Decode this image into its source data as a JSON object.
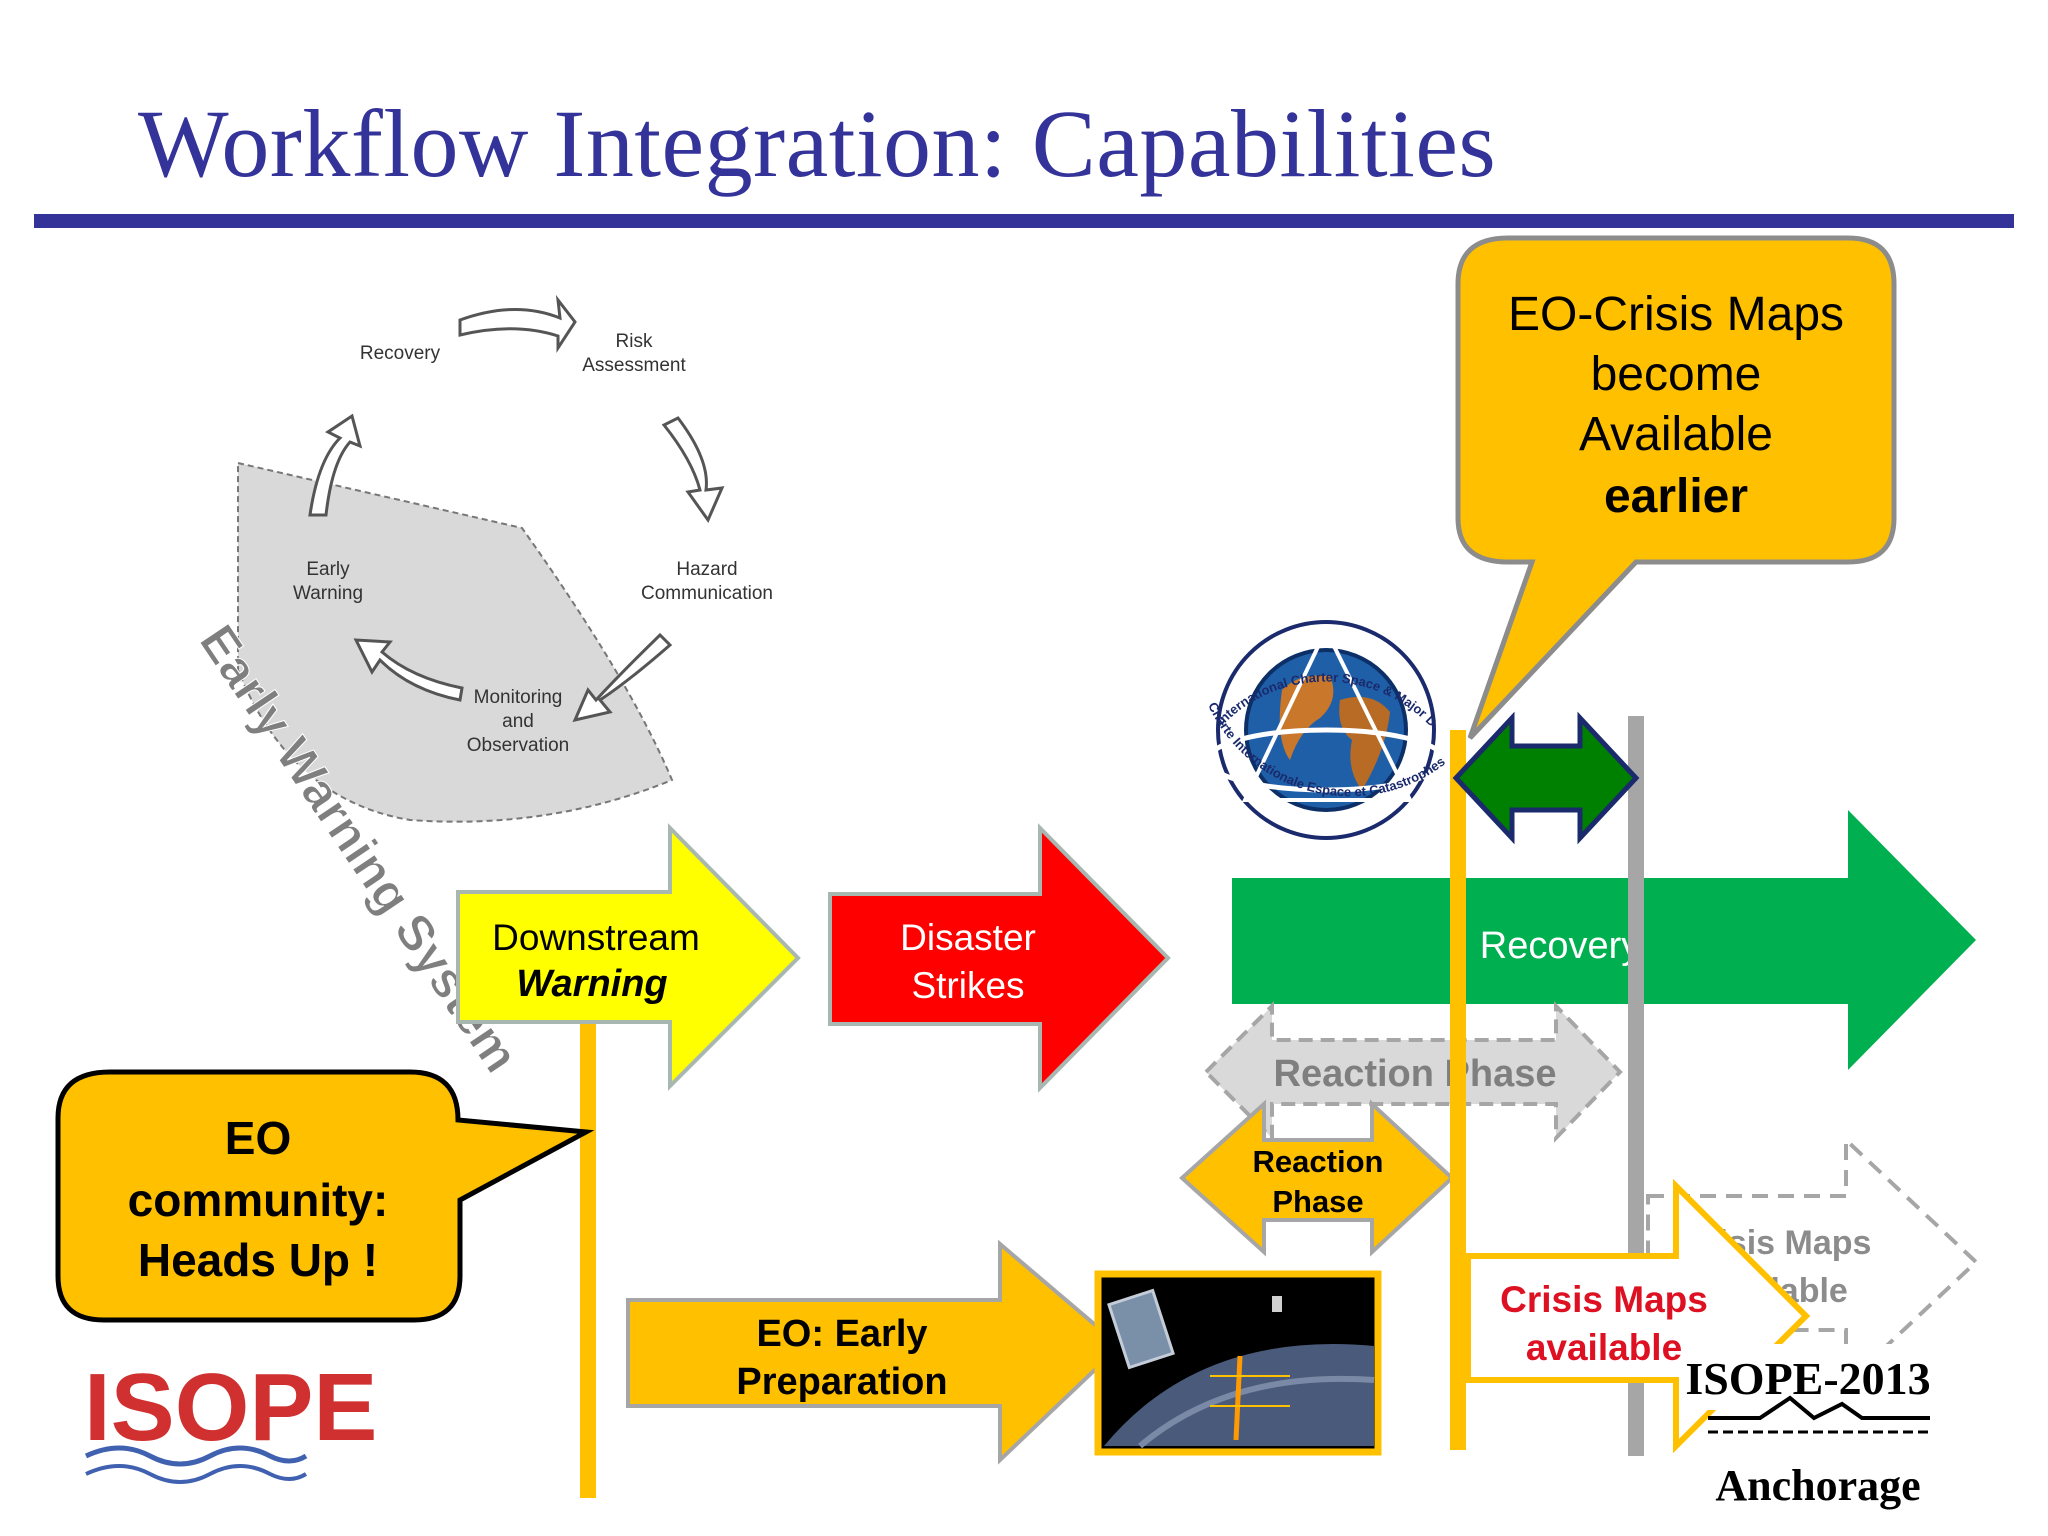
{
  "slide": {
    "title": "Workflow Integration: Capabilities",
    "accent_color": "#33339a"
  },
  "cycle": {
    "caption": "Early Warning System",
    "nodes": {
      "recovery": "Recovery",
      "risk_assessment": [
        "Risk",
        "Assessment"
      ],
      "hazard_communication": [
        "Hazard",
        "Communication"
      ],
      "monitoring": [
        "Monitoring",
        "and",
        "Observation"
      ],
      "early_warning": [
        "Early",
        "Warning"
      ]
    }
  },
  "callouts": {
    "top": {
      "lines": [
        "EO-Crisis Maps",
        "become",
        "Available"
      ],
      "emphasis": "earlier"
    },
    "left": {
      "lines": [
        "EO",
        "community:",
        "Heads Up !"
      ]
    }
  },
  "flow": {
    "downstream_warning": {
      "line1": "Downstream",
      "line2": "Warning",
      "color": "#ffff00"
    },
    "disaster_strikes": {
      "line1": "Disaster",
      "line2": "Strikes",
      "color": "#ff0000"
    },
    "recovery": {
      "label": "Recovery",
      "color": "#00b050"
    },
    "reaction_phase_ghost": "Reaction Phase",
    "reaction_phase": [
      "Reaction",
      "Phase"
    ],
    "crisis_maps_available": [
      "Crisis Maps",
      "available"
    ],
    "crisis_maps_ghost": [
      "Crisis Maps",
      "available"
    ],
    "eo_early_preparation": [
      "EO: Early",
      "Preparation"
    ]
  },
  "charter_logo": {
    "ring_text": "International Charter Space & Major Disasters",
    "inner_text": "Charte Internationale Espace et Catastrophes Majeures"
  },
  "logos": {
    "isope": "ISOPE",
    "isope_2013": "ISOPE-2013",
    "location": "Anchorage"
  },
  "colors": {
    "orange": "#ffc000",
    "green": "#00b050",
    "dark_green": "#008000",
    "crisis_red": "#dd1122"
  }
}
